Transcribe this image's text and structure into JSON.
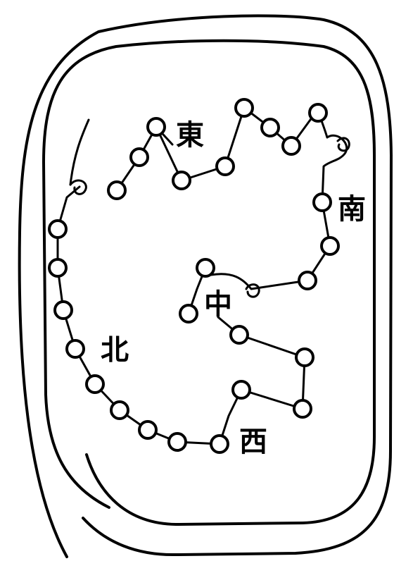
{
  "labels": {
    "east": "東",
    "south": "南",
    "center": "中",
    "north": "北",
    "west": "西"
  },
  "colors": {
    "ink": "#000000",
    "paper": "#ffffff"
  }
}
